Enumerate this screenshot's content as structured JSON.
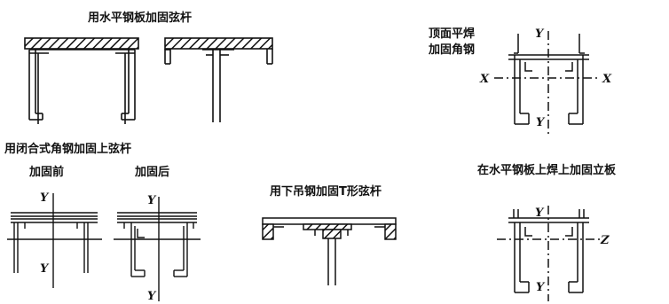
{
  "captions": {
    "top_left": "用水平钢板加固弦杆",
    "top_right_line1": "顶面平焊",
    "top_right_line2": "加固角钢",
    "mid_left": "用闭合式角钢加固上弦杆",
    "before": "加固前",
    "after": "加固后",
    "center": "用下吊钢加固T形弦杆",
    "right_mid": "在水平钢板上焊上加固立板"
  },
  "axes": {
    "y": "Y",
    "x": "X",
    "z": "Z"
  }
}
